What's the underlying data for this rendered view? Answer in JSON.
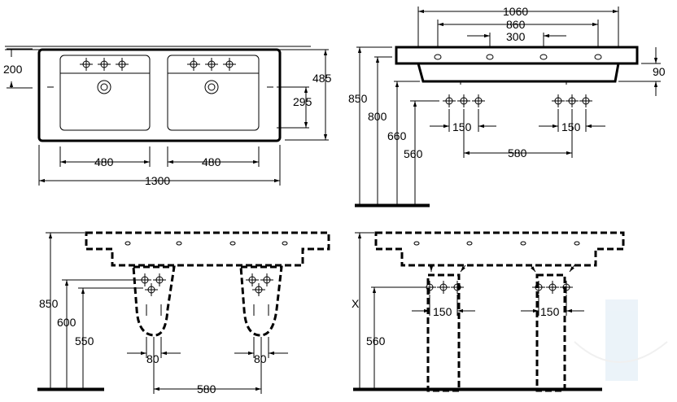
{
  "dimensions": {
    "top_view": {
      "width_total": "1300",
      "bowl_spacing_left": "480",
      "bowl_spacing_right": "480",
      "depth": "485",
      "tap_offset": "200",
      "drain_offset": "295"
    },
    "side_view": {
      "overall": "1060",
      "mid": "860",
      "inner": "300",
      "thickness": "90",
      "height_top": "850",
      "height_rim": "800",
      "height_660": "660",
      "height_560": "560",
      "tap_span_left": "150",
      "tap_span_right": "150",
      "tap_centers": "580"
    },
    "pedestal_view": {
      "height_top": "850",
      "height_600": "600",
      "height_550": "550",
      "ped_width_left": "80",
      "ped_width_right": "80",
      "ped_centers": "580"
    },
    "column_view": {
      "height_x": "X",
      "height_560": "560",
      "span_left": "150",
      "span_right": "150"
    }
  },
  "colors": {
    "line": "#000000",
    "watermark": "#cfe2f0"
  }
}
